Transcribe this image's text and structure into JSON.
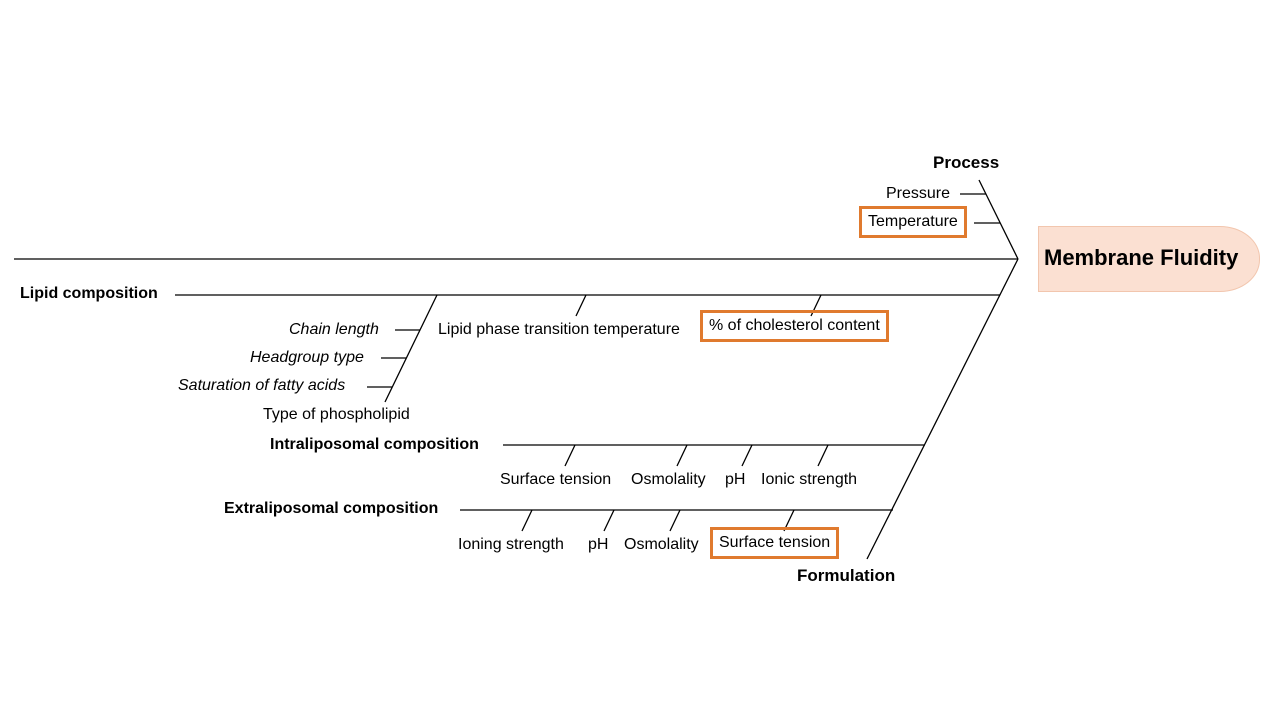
{
  "effect": {
    "label": "Membrane Fluidity"
  },
  "categories": {
    "process": "Process",
    "lipid": "Lipid composition",
    "intra": "Intraliposomal composition",
    "extra": "Extraliposomal composition",
    "formulation": "Formulation"
  },
  "process_causes": [
    "Pressure",
    "Temperature"
  ],
  "lipid_causes": {
    "sub": [
      "Chain length",
      "Headgroup type",
      "Saturation of fatty acids",
      "Type of phospholipid"
    ],
    "main": [
      "Lipid phase transition temperature",
      "% of cholesterol content"
    ]
  },
  "intra_causes": [
    "Surface tension",
    "Osmolality",
    "pH",
    "Ionic strength"
  ],
  "extra_causes": [
    "Ioning strength",
    "pH",
    "Osmolality",
    "Surface tension"
  ],
  "highlight_color": "#E07A2E",
  "effect_fill": "#FBE0D2"
}
